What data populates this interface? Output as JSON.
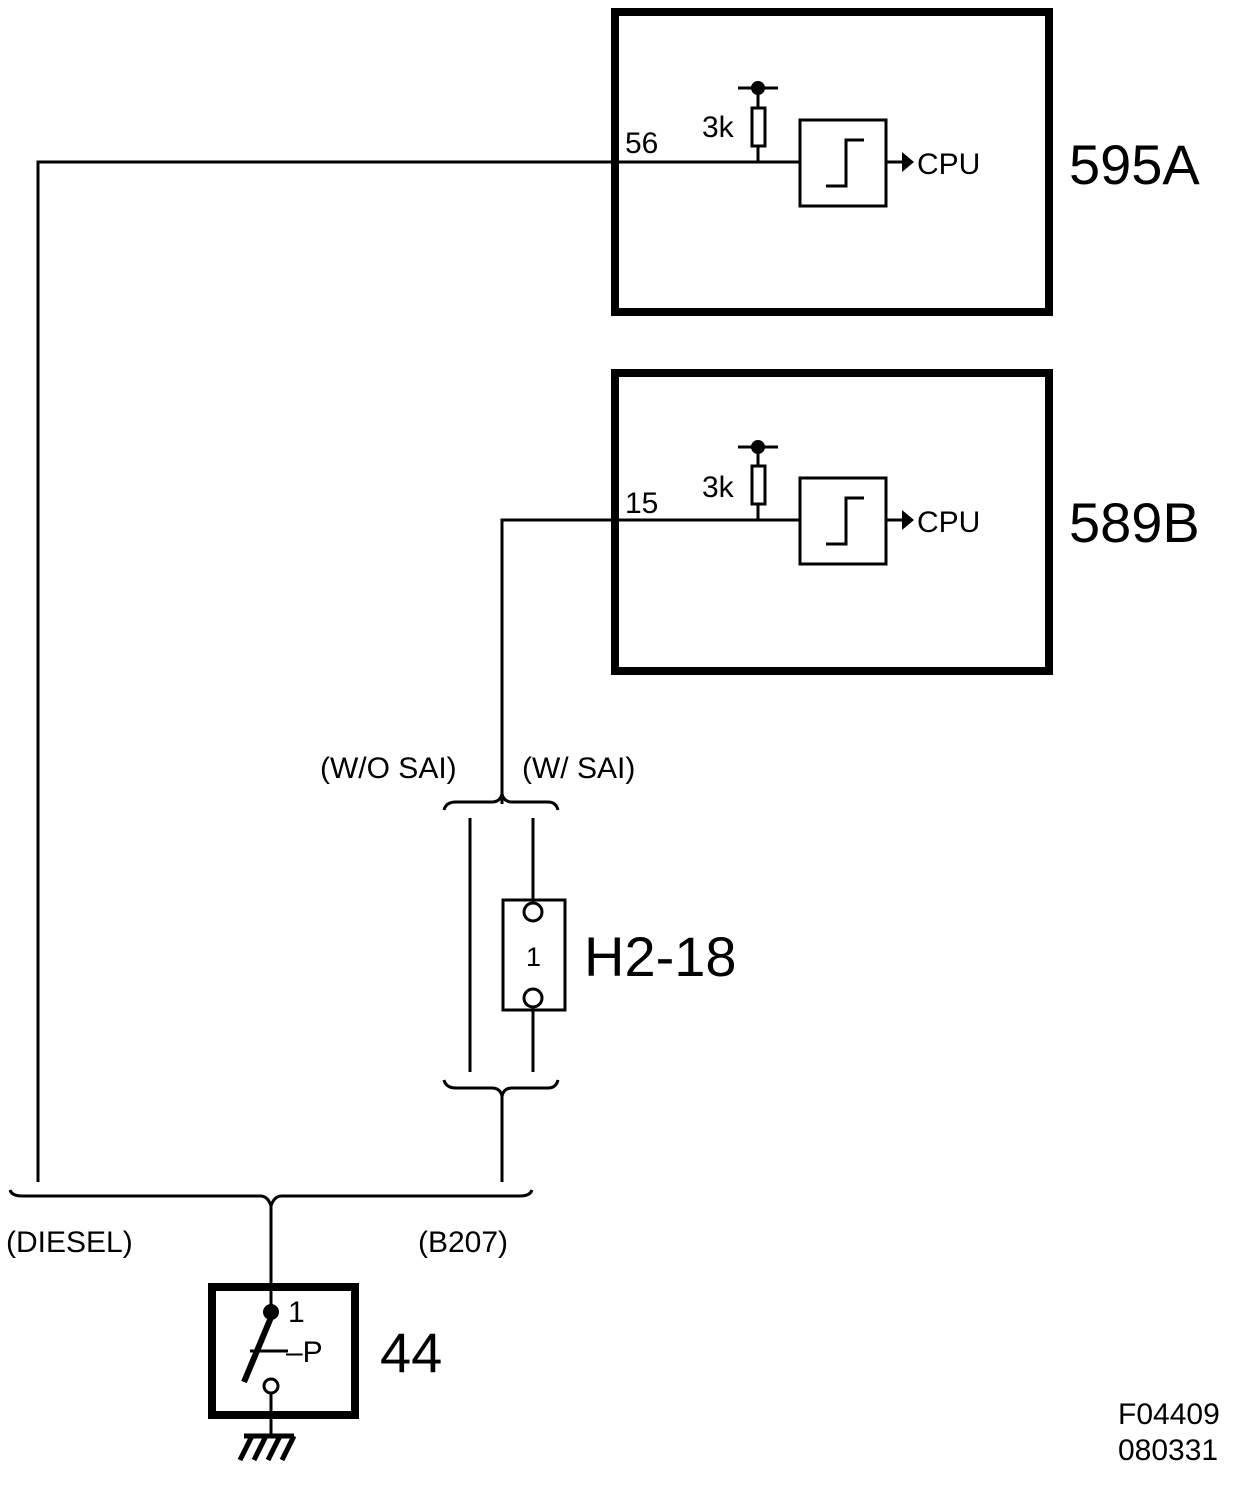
{
  "modules": {
    "ecu_595a": {
      "id": "595A",
      "pin": "56",
      "resistor": "3k",
      "output": "CPU"
    },
    "ecu_589b": {
      "id": "589B",
      "pin": "15",
      "resistor": "3k",
      "output": "CPU"
    }
  },
  "connector": {
    "id": "H2-18",
    "pin": "1"
  },
  "variants": {
    "without_sai": "(W/O SAI)",
    "with_sai": "(W/ SAI)",
    "diesel": "(DIESEL)",
    "b207": "(B207)"
  },
  "switch": {
    "id": "44",
    "pin": "1",
    "label": "–P"
  },
  "figure": {
    "code": "F04409",
    "date": "080331"
  }
}
